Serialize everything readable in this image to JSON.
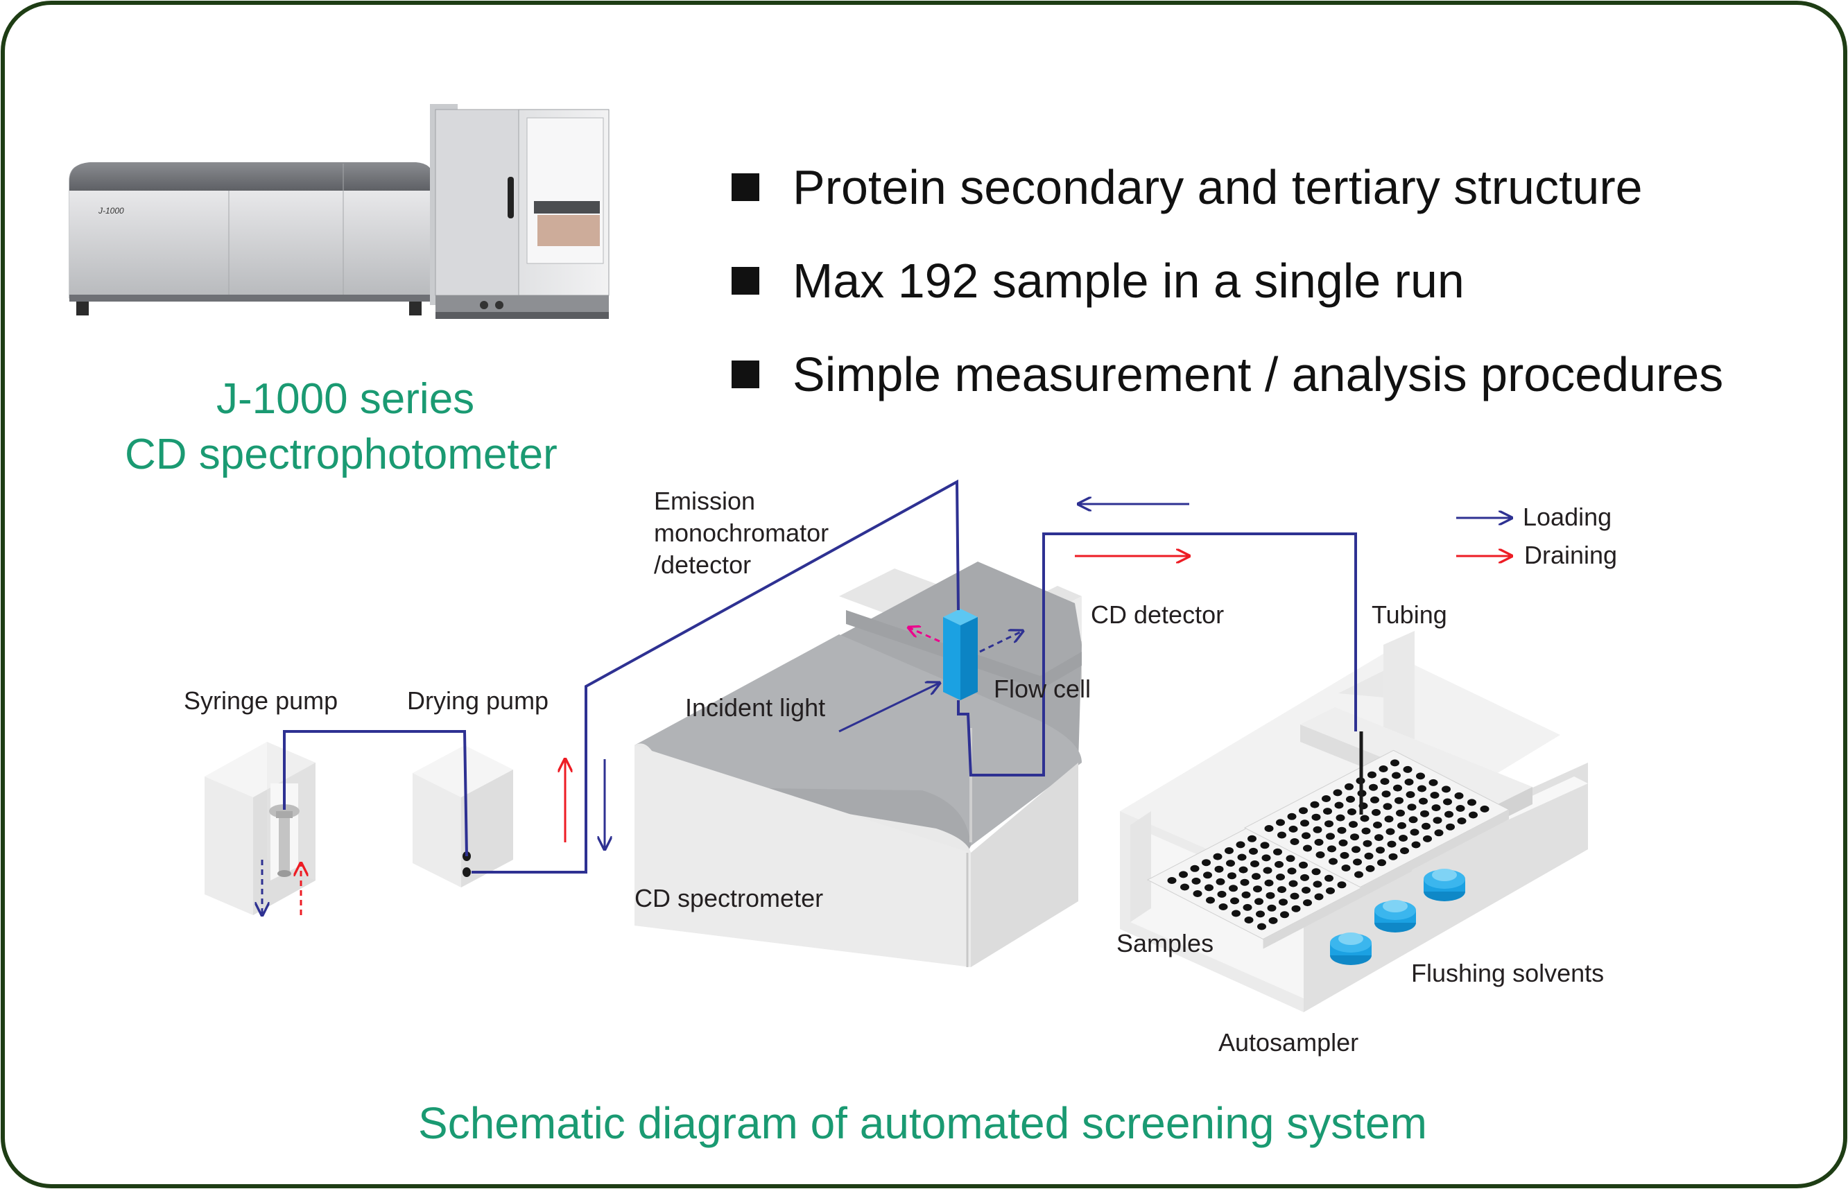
{
  "product": {
    "title_line1": "J-1000 series",
    "title_line2": "CD spectrophotometer",
    "model_plate": "J-1000"
  },
  "bullets": [
    {
      "text": "Protein secondary and tertiary structure"
    },
    {
      "text": "Max 192 sample in a single run"
    },
    {
      "text": "Simple measurement / analysis procedures"
    }
  ],
  "diagram": {
    "caption": "Schematic diagram of automated screening system",
    "labels": {
      "emission_line1": "Emission",
      "emission_line2": "monochromator",
      "emission_line3": "/detector",
      "cd_detector": "CD detector",
      "tubing": "Tubing",
      "syringe_pump": "Syringe pump",
      "drying_pump": "Drying pump",
      "incident_light": "Incident light",
      "flow_cell": "Flow cell",
      "cd_spectrometer": "CD spectrometer",
      "samples": "Samples",
      "flushing_solvents": "Flushing solvents",
      "autosampler": "Autosampler"
    },
    "legend": [
      {
        "label": "Loading",
        "color": "#2e3192"
      },
      {
        "label": "Draining",
        "color": "#ed1c24"
      }
    ]
  },
  "colors": {
    "border": "#1e3d14",
    "accent_green": "#1a9a72",
    "loading": "#2e3192",
    "draining": "#ed1c24",
    "flow_cell": "#1ba1e2",
    "emission_arrow": "#ec008c"
  }
}
